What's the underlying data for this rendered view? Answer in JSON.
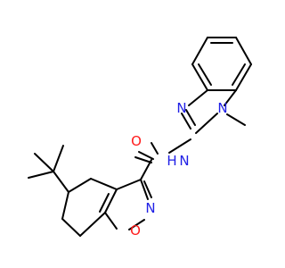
{
  "molecule": {
    "atoms": {
      "O_carbonyl": "O",
      "N_amide": "N",
      "H_amide": "H",
      "N_ring_imine": "N",
      "N_ring_methyl": "N",
      "N_isoxazole": "N",
      "O_isoxazole": "O"
    },
    "colors": {
      "carbon_bonds": "#000000",
      "nitrogen": "#2020e6",
      "oxygen": "#ff1a1a"
    }
  }
}
